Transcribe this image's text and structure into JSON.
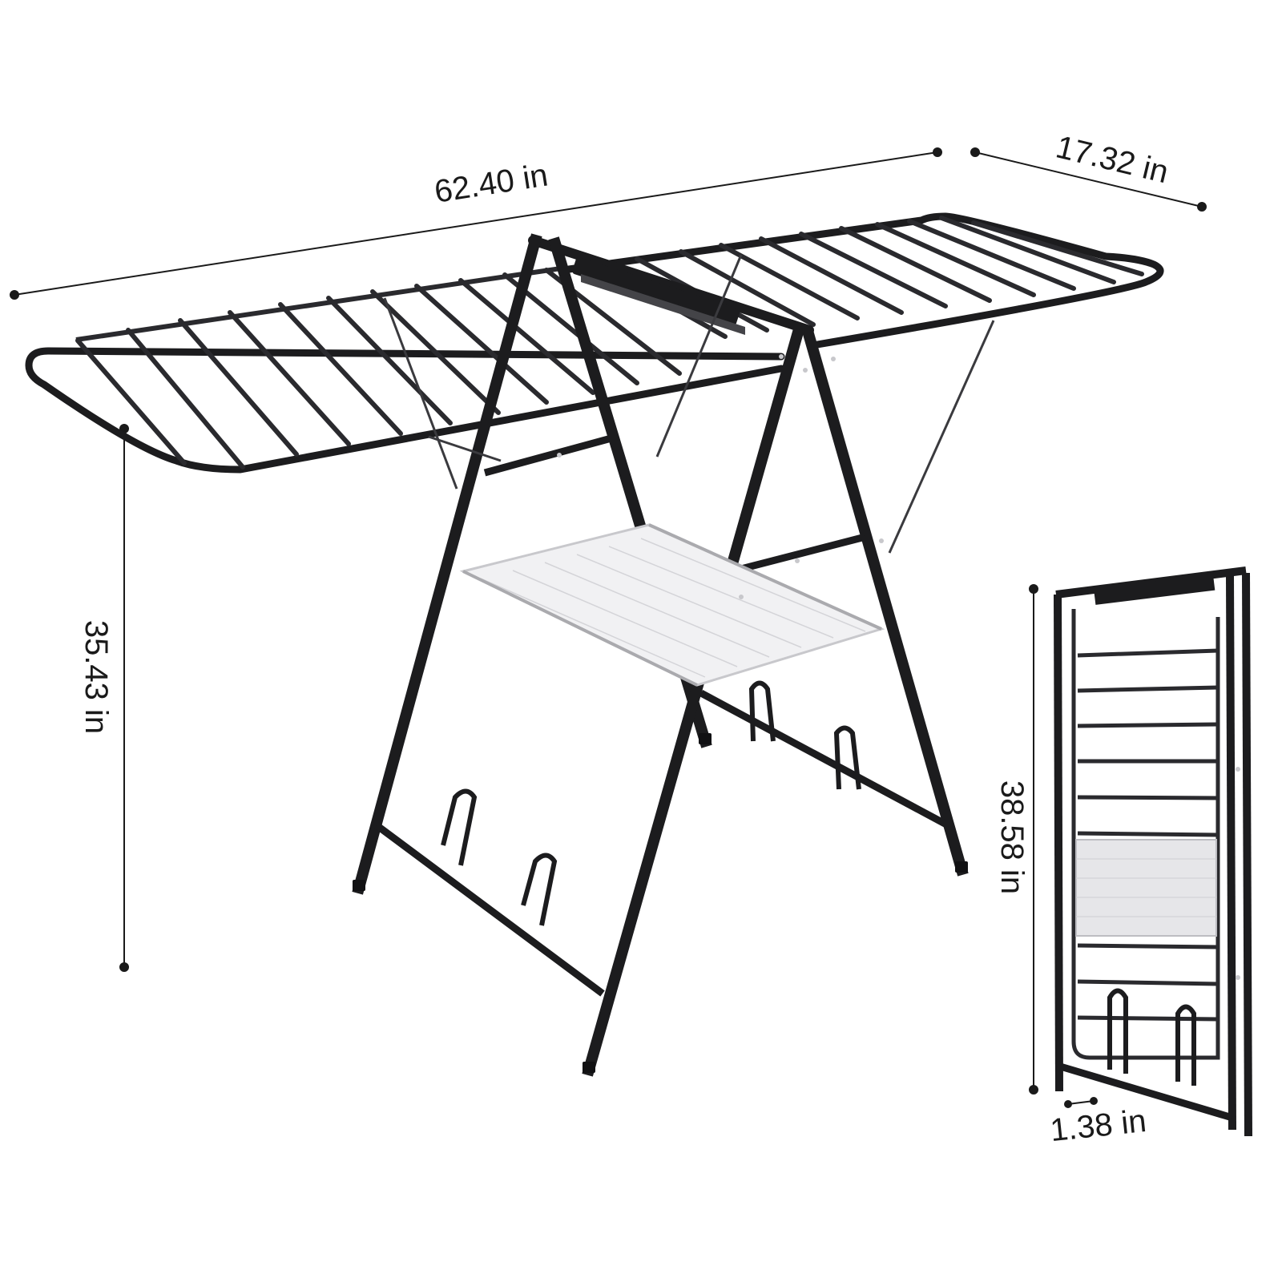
{
  "colors": {
    "frame": "#1c1c1e",
    "rail": "#2a2a2e",
    "mesh": "#c8c8cc",
    "dimension": "#1a1a1a",
    "background": "#ffffff"
  },
  "dimensions": {
    "length": "62.40 in",
    "depth": "17.32 in",
    "height": "35.43 in",
    "folded_height": "38.58 in",
    "folded_thickness": "1.38 in"
  }
}
